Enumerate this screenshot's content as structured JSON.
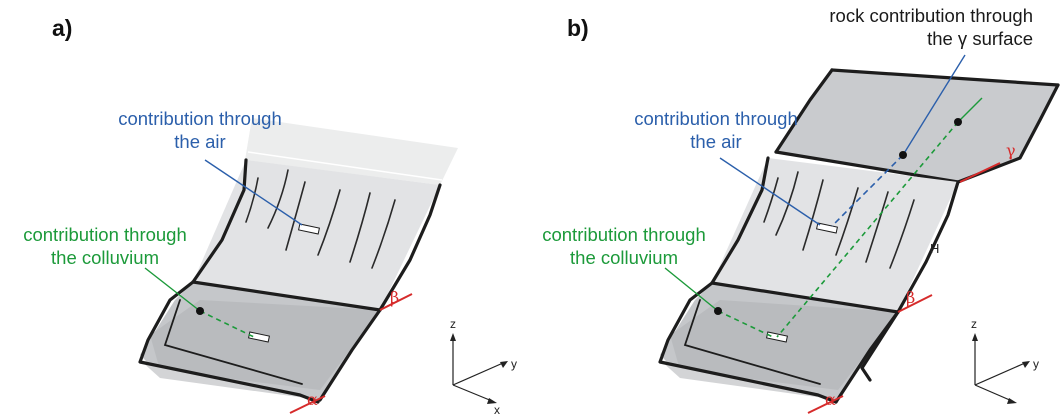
{
  "panels": [
    {
      "label": "a)",
      "annotations": {
        "air": [
          "contribution through",
          "the air"
        ],
        "colluvium": [
          "contribution through",
          "the colluvium"
        ]
      },
      "greek": {
        "alpha": "α",
        "beta": "β"
      },
      "axes": {
        "z": "z",
        "y": "y",
        "x": "x"
      }
    },
    {
      "label": "b)",
      "annotations": {
        "rock": [
          "rock contribution through",
          "the γ surface"
        ],
        "air": [
          "contribution through",
          "the air"
        ],
        "colluvium": [
          "contribution through",
          "the colluvium"
        ]
      },
      "greek": {
        "alpha": "α",
        "beta": "β",
        "gamma": "γ"
      },
      "height_label": "H",
      "axes": {
        "z": "z",
        "y": "y"
      }
    }
  ],
  "colors": {
    "air_line": "#2b5fab",
    "colluvium_line": "#1c9a3a",
    "angle_marks": "#d62b2b",
    "upper_surface": "#e2e3e5",
    "lower_surface": "#c5c7ca",
    "edge": "#1d1d1d"
  }
}
